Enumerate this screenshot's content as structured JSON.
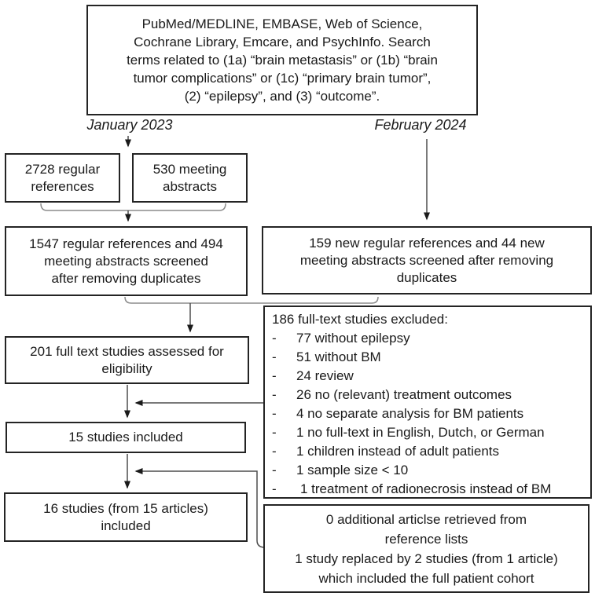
{
  "labels": {
    "left_date": "January 2023",
    "right_date": "February 2024"
  },
  "boxes": {
    "search": "PubMed/MEDLINE, EMBASE, Web of Science,\nCochrane Library, Emcare, and PsychInfo. Search\nterms related to (1a) “brain metastasis” or (1b) “brain\ntumor complications” or (1c) “primary brain tumor”,\n(2) “epilepsy”, and (3) “outcome”.",
    "regular_refs": "2728 regular\nreferences",
    "meeting_abstracts": "530 meeting\nabstracts",
    "screened_initial": "1547 regular references and 494\nmeeting abstracts screened\nafter removing duplicates",
    "screened_update": "159 new regular references and 44 new\nmeeting abstracts screened after removing\nduplicates",
    "fulltext_assessed": "201 full text studies assessed for\neligibility",
    "excluded": {
      "header": "186 full-text studies excluded:",
      "bullet": "-",
      "items": [
        "77 without epilepsy",
        "51 without BM",
        "24 review",
        "26 no (relevant) treatment outcomes",
        "4 no separate analysis for BM patients",
        "1 no full-text in English, Dutch, or German",
        "1 children instead of adult patients",
        "1 sample size < 10",
        "1 treatment of radionecrosis instead of BM"
      ]
    },
    "included_15": "15 studies included",
    "included_16": "16 studies (from 15 articles)\nincluded",
    "reference_check": "0 additional articlse retrieved from\nreference lists\n1 study replaced by 2 studies (from 1 article)\nwhich included the full patient cohort"
  },
  "colors": {
    "border": "#242424",
    "text": "#1a1a1a",
    "connector": "#4d4d4d",
    "bracket": "#8c8c8c",
    "arrowhead": "#1a1a1a",
    "background": "#ffffff"
  }
}
